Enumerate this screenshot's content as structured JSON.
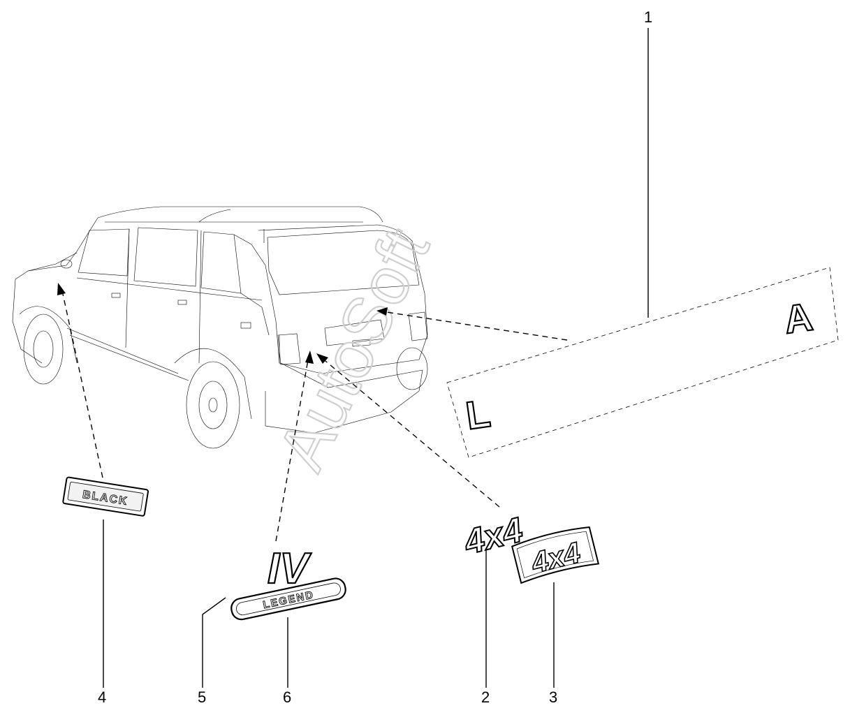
{
  "callouts": {
    "c1": "1",
    "c2": "2",
    "c3": "3",
    "c4": "4",
    "c5": "5",
    "c6": "6"
  },
  "badges": {
    "black": "BLACK",
    "roman_iv": "IV",
    "legend": "LEGEND",
    "fourxfour": "4x4",
    "fourxfour_plate": "4x4",
    "letter_l": "L",
    "letter_a": "A"
  },
  "watermark": "AutoSoft"
}
